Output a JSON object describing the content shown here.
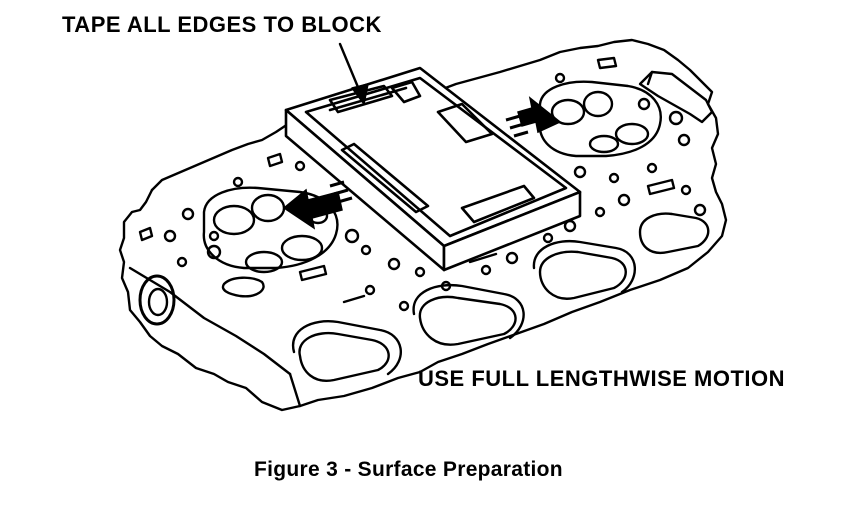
{
  "figure": {
    "callout_tape": "TAPE ALL EDGES TO BLOCK",
    "callout_motion": "USE FULL LENGTHWISE MOTION",
    "caption": "Figure 3 - Surface Preparation"
  },
  "colors": {
    "ink": "#000000",
    "paper": "#ffffff"
  }
}
